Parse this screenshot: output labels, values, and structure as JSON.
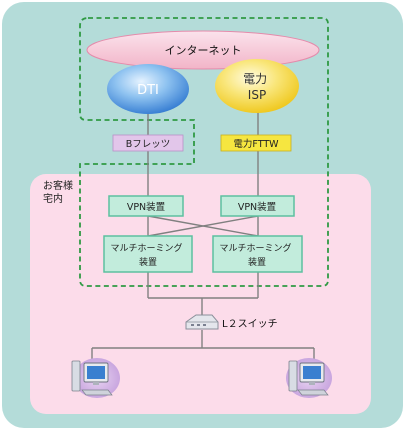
{
  "internet": {
    "label": "インターネット"
  },
  "isps": [
    {
      "label_lines": [
        "DTI"
      ]
    },
    {
      "label_lines": [
        "電力",
        "ISP"
      ]
    }
  ],
  "access_lines": [
    {
      "label": "Bフレッツ"
    },
    {
      "label": "電力FTTW"
    }
  ],
  "premises": {
    "label_lines": [
      "お客様",
      "宅内"
    ]
  },
  "vpn_devices": [
    {
      "label": "VPN装置"
    },
    {
      "label": "VPN装置"
    }
  ],
  "multihoming_devices": [
    {
      "label_lines": [
        "マルチホーミング",
        "装置"
      ]
    },
    {
      "label_lines": [
        "マルチホーミング",
        "装置"
      ]
    }
  ],
  "l2_switch": {
    "label": "L２スイッチ"
  },
  "colors": {
    "outer_background": "#b4dcd9",
    "premises_fill": "#fcdcea",
    "internet_fill": "#f7c6d6",
    "dti_fill": "#3a84d6",
    "power_isp_fill": "#f2d22a",
    "bflets_fill": "#e2c6ea",
    "power_fttw_fill": "#f6e640",
    "device_fill": "#c2ecdc",
    "device_border": "#5cc0a0",
    "dashed_border": "#2f9a44",
    "line_color": "#808080"
  }
}
